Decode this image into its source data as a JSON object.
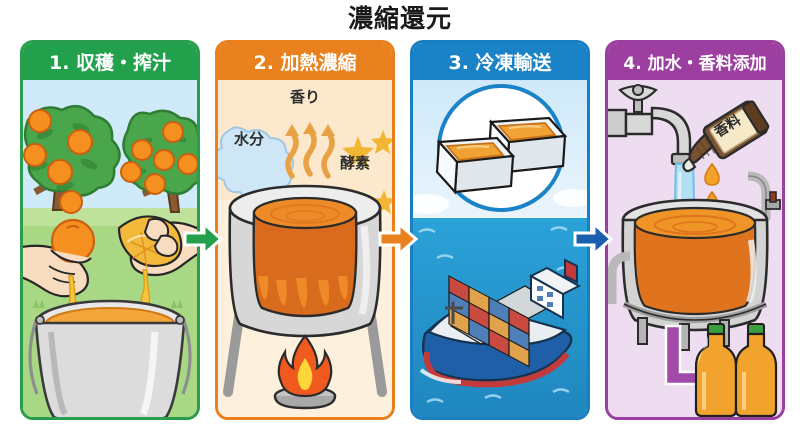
{
  "title": "濃縮還元",
  "panels": [
    {
      "id": "harvest-juicing",
      "header": "1. 収穫・搾汁",
      "accent": "#22a04c",
      "bg": "#e8f6ec",
      "scene_items": [
        "orange-tree",
        "hands-squeezing-orange",
        "metal-bucket-juice"
      ]
    },
    {
      "id": "heat-concentration",
      "header": "2. 加熱濃縮",
      "accent": "#e9811f",
      "bg": "#fdf0dc",
      "labels": {
        "moisture": "水分",
        "aroma": "香り",
        "enzyme": "酵素"
      },
      "scene_items": [
        "steam-cloud",
        "aroma-arrows",
        "star-sparkle",
        "heating-pot",
        "flame-burner"
      ]
    },
    {
      "id": "frozen-transport",
      "header": "3. 冷凍輸送",
      "accent": "#1a82c6",
      "bg": "#d8ecf9",
      "scene_items": [
        "frozen-concentrate-trays",
        "container-ship",
        "ocean-waves"
      ]
    },
    {
      "id": "water-flavor-addition",
      "header": "4. 加水・香料添加",
      "accent": "#9c3fa1",
      "bg": "#eedcf0",
      "labels": {
        "flavoring_bottle": "香料"
      },
      "scene_items": [
        "water-faucet",
        "flavoring-bottle",
        "mixing-tank",
        "juice-bottles",
        "purple-arrow"
      ]
    }
  ],
  "arrows": [
    {
      "name": "arrow-step1-to-step2",
      "color": "#22a04c"
    },
    {
      "name": "arrow-step2-to-step3",
      "color": "#e9811f"
    },
    {
      "name": "arrow-step3-to-step4",
      "color": "#1a5fae"
    }
  ],
  "colors": {
    "green": "#22a04c",
    "orange": "#e9811f",
    "blue": "#1a82c6",
    "purple": "#9c3fa1",
    "juice_orange": "#f0a02a",
    "concentrate_orange": "#e8762a"
  }
}
